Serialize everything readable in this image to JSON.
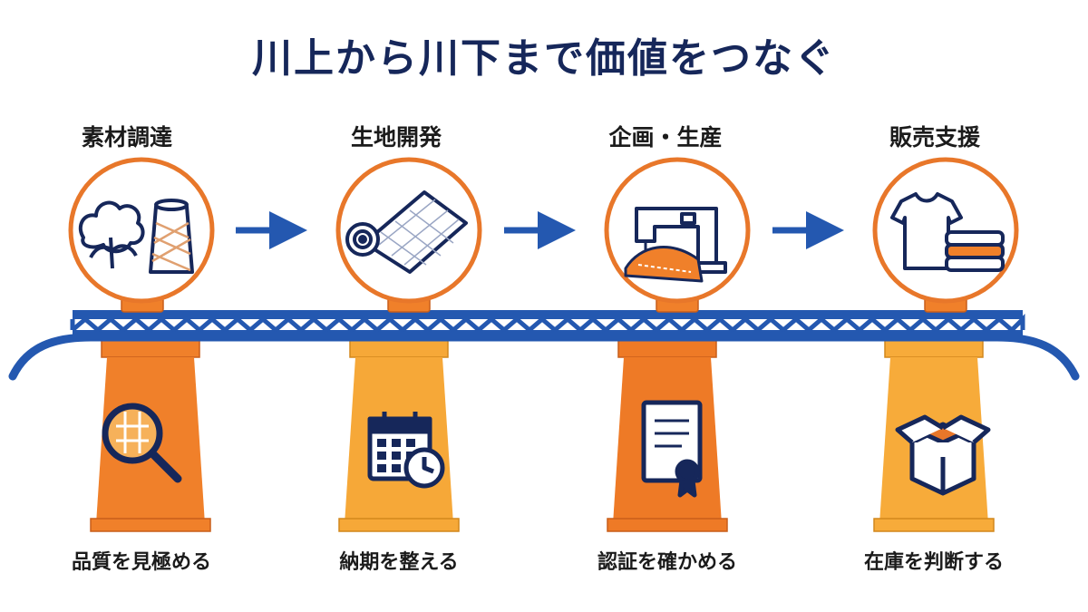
{
  "title": "川上から川下まで価値をつなぐ",
  "stages": [
    {
      "label": "素材調達",
      "icon": "cotton-and-yarn-icon",
      "pillar_icon": "magnifier-fabric-icon",
      "caption": "品質を見極める",
      "pillar_color": "#f0802a"
    },
    {
      "label": "生地開発",
      "icon": "fabric-roll-icon",
      "pillar_icon": "calendar-clock-icon",
      "caption": "納期を整える",
      "pillar_color": "#f6a838"
    },
    {
      "label": "企画・生産",
      "icon": "sewing-machine-icon",
      "pillar_icon": "certificate-icon",
      "caption": "認証を確かめる",
      "pillar_color": "#ee7a26"
    },
    {
      "label": "販売支援",
      "icon": "tshirt-stack-icon",
      "pillar_icon": "open-box-icon",
      "caption": "在庫を判断する",
      "pillar_color": "#f7ab3a"
    }
  ],
  "colors": {
    "navy": "#16275a",
    "blue": "#2458b0",
    "orange": "#e8772a",
    "light_orange": "#f6a838"
  }
}
